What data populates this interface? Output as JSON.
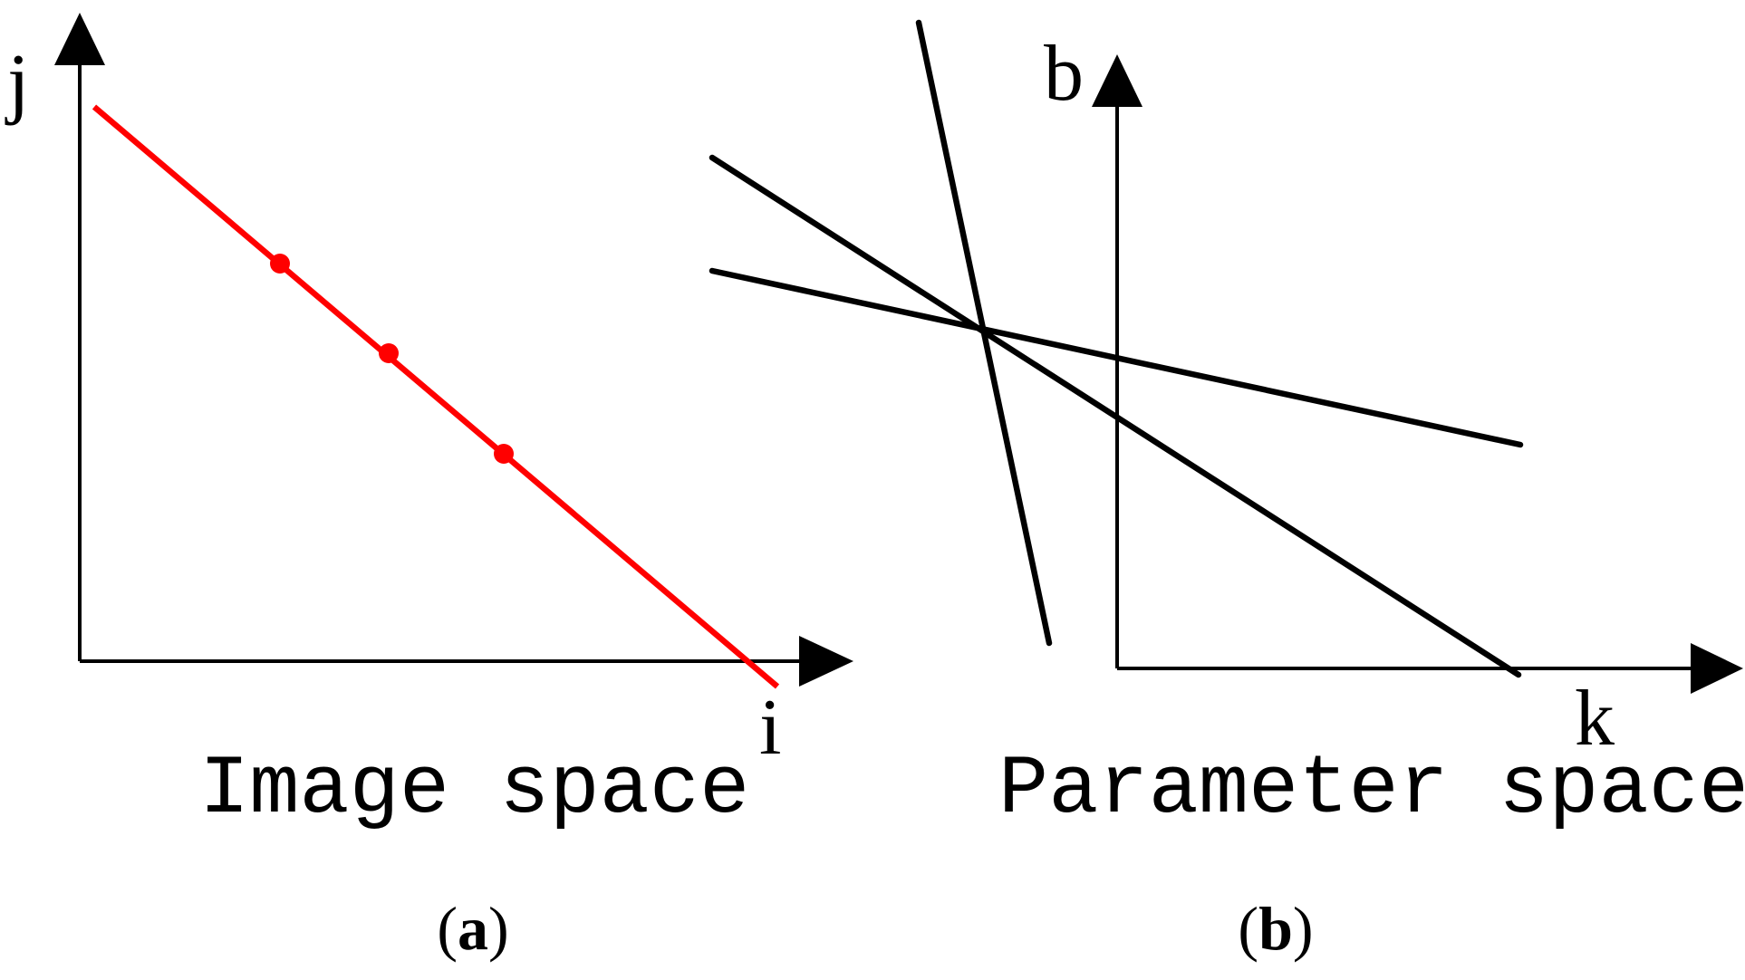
{
  "panel_a": {
    "x_axis_label": "i",
    "y_axis_label": "j",
    "caption": "Image space",
    "subfigure_label": "a",
    "line_color": "#ff0000",
    "point_color": "#ff0000",
    "point_count": 3
  },
  "panel_b": {
    "x_axis_label": "k",
    "y_axis_label": "b",
    "caption": "Parameter space",
    "subfigure_label": "b",
    "line_color": "#000000",
    "line_count": 3
  },
  "axis_color": "#000000"
}
